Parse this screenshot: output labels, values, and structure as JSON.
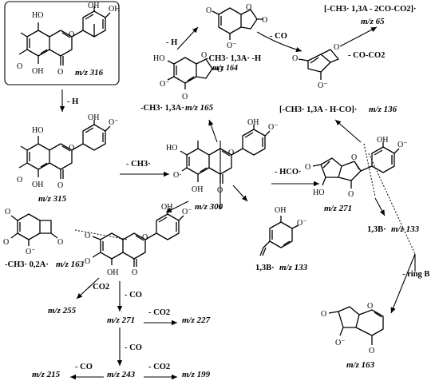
{
  "parent": {
    "mz_label": "m/z 316"
  },
  "ions": {
    "m315": "m/z 315",
    "m300": "m/z 300",
    "m271_top": "m/z 271",
    "m165": "m/z 165",
    "m164": "m/z 164",
    "m136": "m/z 136",
    "m65": "m/z 65",
    "m163_left": "m/z 163",
    "m163_right": "m/z 163",
    "m133_mid": "m/z 133",
    "m133_right": "m/z 133",
    "m255": "m/z 255",
    "m271_bottom": "m/z 271",
    "m227": "m/z 227",
    "m243": "m/z 243",
    "m199": "m/z 199",
    "m215": "m/z 215"
  },
  "losses": {
    "h_a": "- H",
    "h_b": "- H",
    "ch3": "- CH3·",
    "hco": "- HCO·",
    "co_top": "- CO",
    "co_co2": "- CO-CO2",
    "co2_a": "- CO2",
    "co_a": "- CO",
    "co2_b": "- CO2",
    "co_b": "- CO",
    "co2_c": "- CO2",
    "co_c": "- CO",
    "ring_b": "- ring B"
  },
  "fragments": {
    "f165": "-CH3· 1,3A·",
    "f164": "-CH3· 1,3A· -H",
    "f136": "[-CH3· 1,3A - H-CO]·",
    "f65": "[-CH3· 1,3A - 2CO-CO2]·",
    "f163": "-CH3· 0,2A·",
    "b133_mid": "1,3B·",
    "b133_right": "1,3B·"
  },
  "atoms": {
    "O": "O",
    "OH": "OH",
    "HO": "HO",
    "Om": "O⁻",
    "Od": "O·"
  }
}
